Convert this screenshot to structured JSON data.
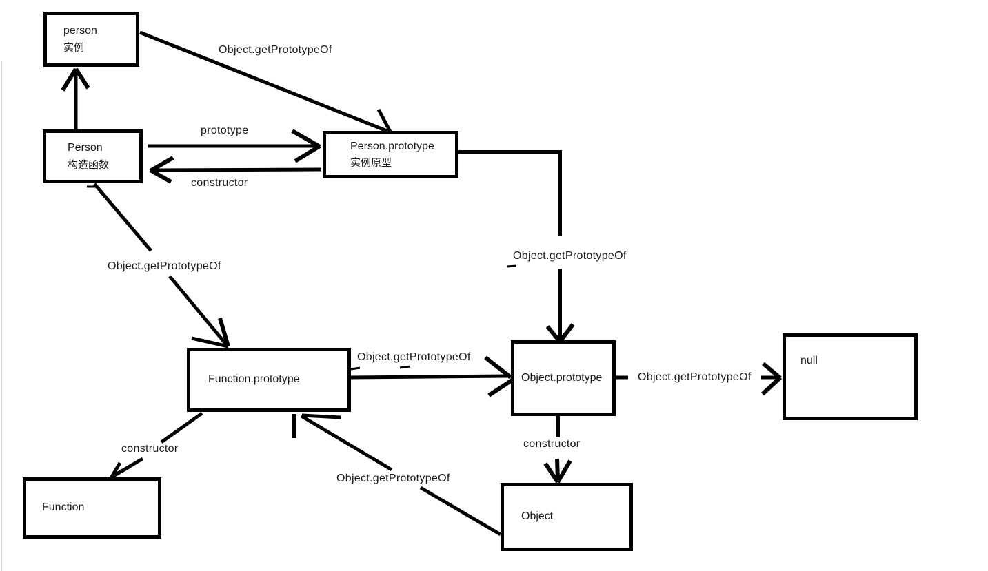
{
  "canvas": {
    "background": "#ffffff",
    "stroke_color": "#000000",
    "text_color": "#1b1b1b"
  },
  "nodes": {
    "person": {
      "title": "person",
      "subtitle": "实例"
    },
    "person_constructor": {
      "title": "Person",
      "subtitle": "构造函数"
    },
    "person_prototype": {
      "title": "Person.prototype",
      "subtitle": "实例原型"
    },
    "function_prototype": {
      "title": "Function.prototype"
    },
    "object_prototype": {
      "title": "Object.prototype"
    },
    "null_node": {
      "title": "null"
    },
    "function_constructor": {
      "title": "Function"
    },
    "object_constructor": {
      "title": "Object"
    }
  },
  "edge_labels": {
    "person_to_person_prototype": "Object.getPrototypeOf",
    "prototype_link": "prototype",
    "person_prototype_constructor": "constructor",
    "person_to_function_prototype": "Object.getPrototypeOf",
    "person_prototype_to_object_prototype": "Object.getPrototypeOf",
    "function_prototype_to_object_prototype": "Object.getPrototypeOf",
    "object_to_function_prototype": "Object.getPrototypeOf",
    "object_prototype_to_null": "Object.getPrototypeOf",
    "function_prototype_constructor": "constructor",
    "object_prototype_constructor": "constructor"
  }
}
